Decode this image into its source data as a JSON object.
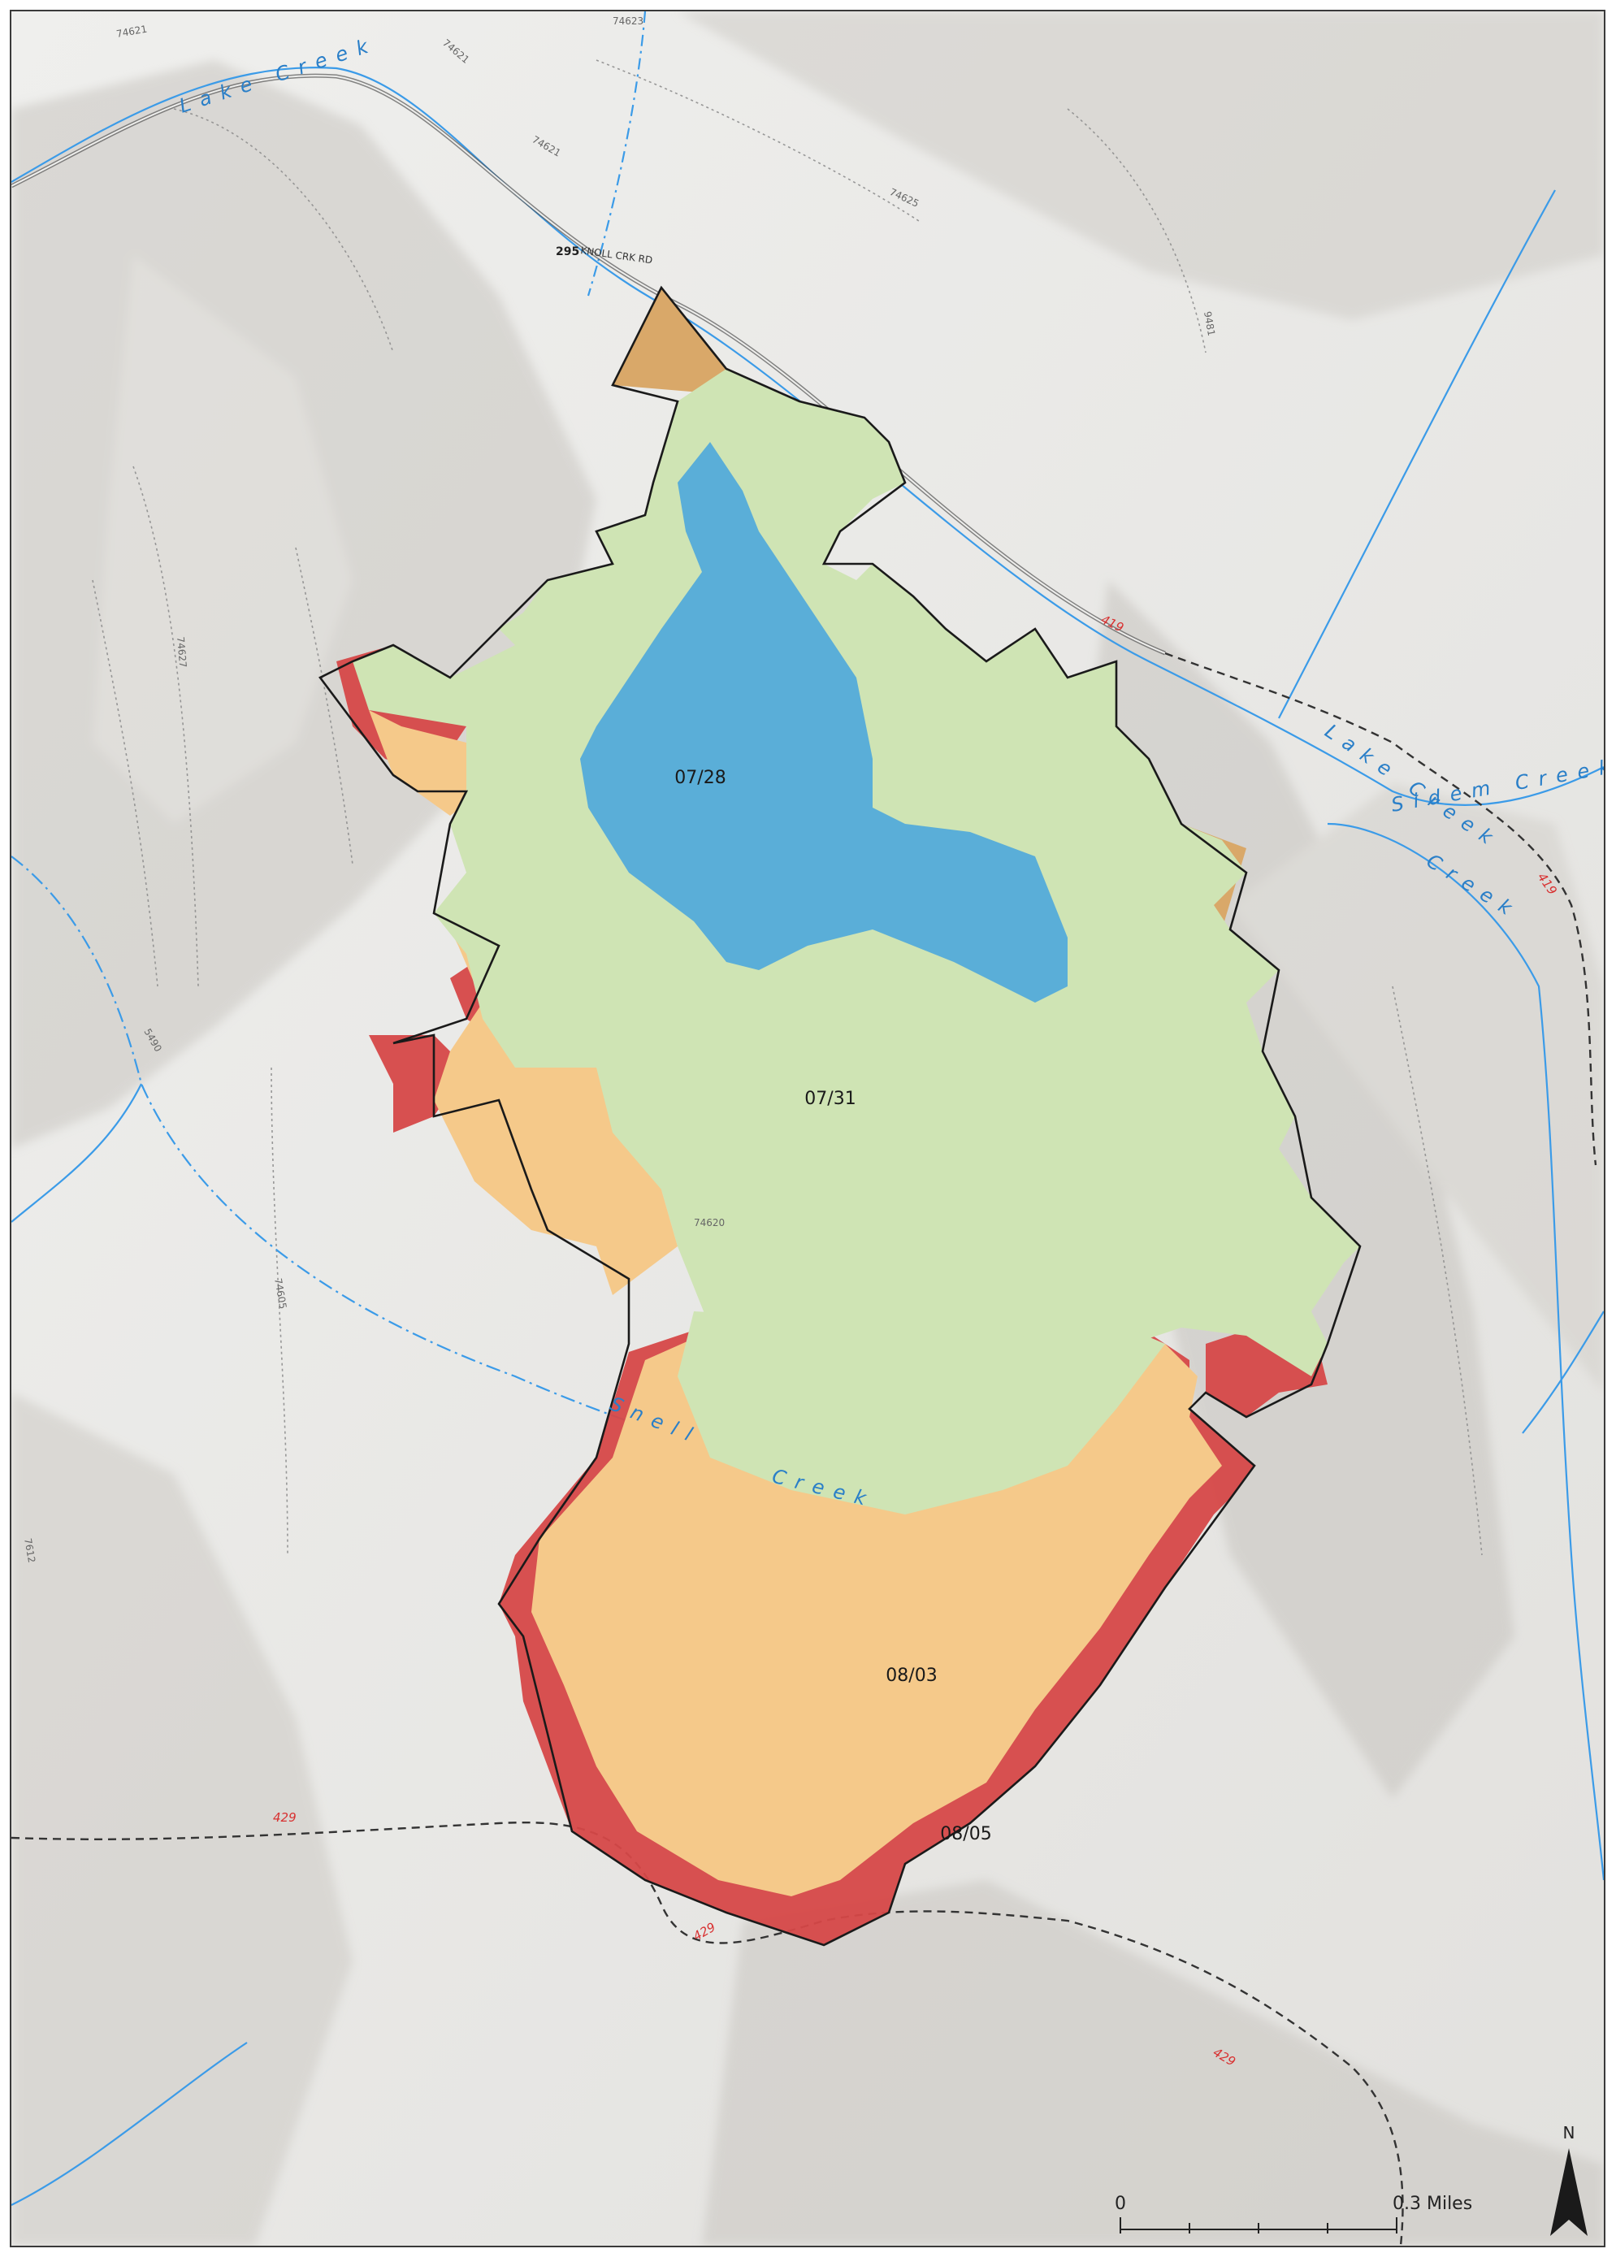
{
  "map": {
    "colors": {
      "progression_0728": "#5aaed8",
      "progression_0731": "#cfe4b4",
      "progression_0803": "#f5c98a",
      "progression_0805": "#d64848",
      "stream": "#3b9be8",
      "road": "#333333",
      "perimeter": "#1a1a1a"
    },
    "progression_labels": [
      "07/28",
      "07/31",
      "08/03",
      "08/05"
    ],
    "stream_labels": [
      "Lake Creek",
      "Lake Creek",
      "Sidem Creek",
      "Creek",
      "Snell",
      "Creek"
    ],
    "road_labels": [
      "295",
      "KNOLL CRK RD",
      "419",
      "419",
      "429",
      "429",
      "429"
    ],
    "contour_labels": [
      "74621",
      "74623",
      "74621",
      "74625",
      "74621",
      "9481",
      "74627",
      "5490",
      "74620",
      "74605",
      "7612"
    ],
    "scale_bar": {
      "start_label": "0",
      "end_label": "0.3 Miles"
    },
    "north_arrow": {
      "label": "N"
    }
  }
}
